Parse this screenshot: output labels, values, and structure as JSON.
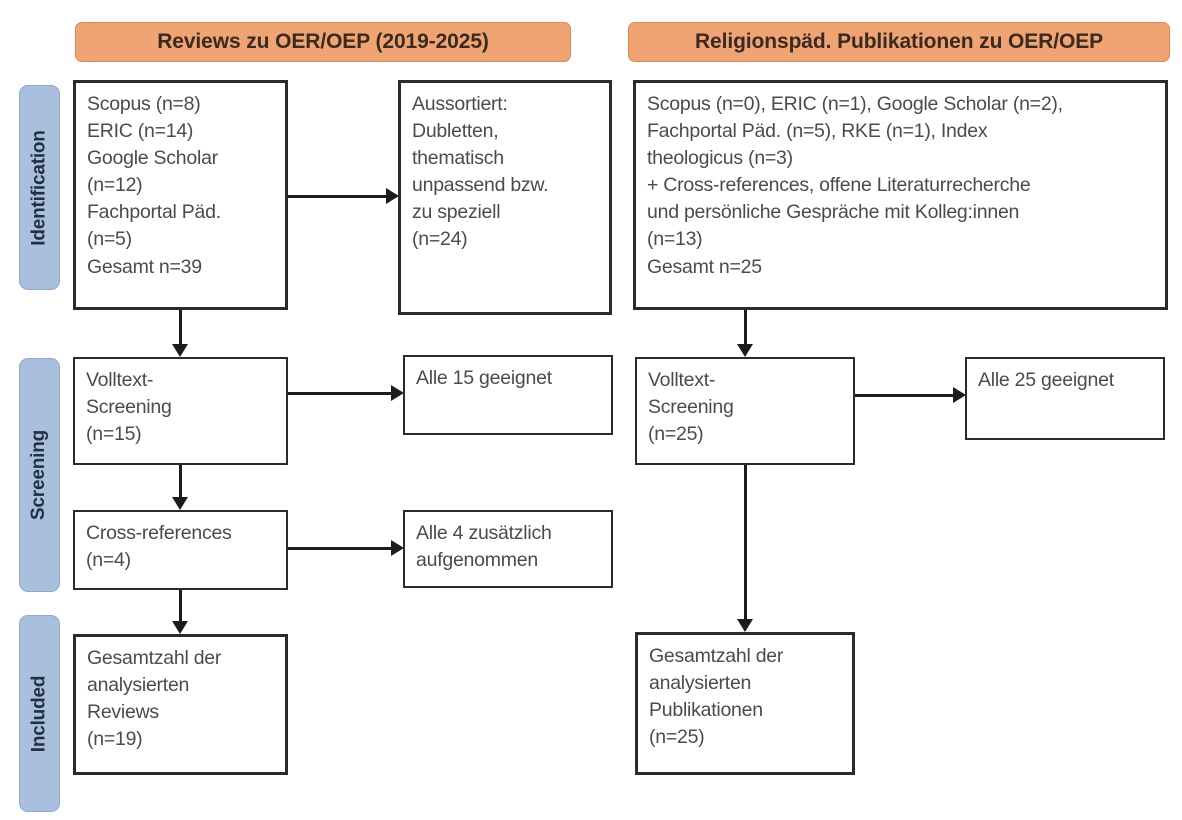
{
  "columns": {
    "left": {
      "banner": "Reviews zu OER/OEP (2019-2025)",
      "sources_box": {
        "lines": [
          "Scopus (n=8)",
          "ERIC (n=14)",
          "Google Scholar",
          "(n=12)",
          "Fachportal Päd.",
          "(n=5)",
          "Gesamt n=39"
        ]
      },
      "excluded_box": {
        "lines": [
          "Aussortiert:",
          "Dubletten,",
          "thematisch",
          "unpassend bzw.",
          "zu speziell",
          "(n=24)"
        ]
      },
      "fulltext_box": {
        "lines": [
          "Volltext-",
          "Screening",
          "(n=15)"
        ]
      },
      "eligible_box": {
        "lines": [
          "Alle 15 geeignet"
        ]
      },
      "crossref_box": {
        "lines": [
          "Cross-references",
          "(n=4)"
        ]
      },
      "crossref_added_box": {
        "lines": [
          "Alle 4 zusätzlich",
          "aufgenommen"
        ]
      },
      "included_box": {
        "lines": [
          "Gesamtzahl der",
          "analysierten",
          "Reviews",
          "(n=19)"
        ]
      }
    },
    "right": {
      "banner": "Religionspäd. Publikationen zu OER/OEP",
      "sources_box": {
        "lines": [
          "Scopus (n=0), ERIC (n=1), Google Scholar (n=2),",
          "Fachportal Päd. (n=5), RKE (n=1), Index",
          "theologicus (n=3)",
          "+ Cross-references, offene Literaturrecherche",
          "und persönliche Gespräche mit Kolleg:innen",
          "(n=13)",
          "Gesamt n=25"
        ]
      },
      "fulltext_box": {
        "lines": [
          "Volltext-",
          "Screening",
          "(n=25)"
        ]
      },
      "eligible_box": {
        "lines": [
          "Alle 25 geeignet"
        ]
      },
      "included_box": {
        "lines": [
          "Gesamtzahl der",
          "analysierten",
          "Publikationen",
          "(n=25)"
        ]
      }
    }
  },
  "stages": {
    "identification": "Identification",
    "screening": "Screening",
    "included": "Included"
  },
  "colors": {
    "banner_fill": "#F0A474",
    "banner_border": "#D98A56",
    "stage_fill": "#A8BFDE",
    "stage_border": "#8FA9CC",
    "box_border": "#2b2b2b",
    "text": "#4b4b4b",
    "connector": "#1c1c1c"
  }
}
